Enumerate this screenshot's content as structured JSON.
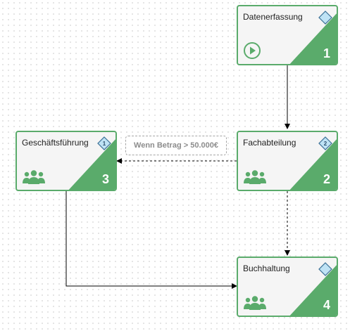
{
  "nodes": {
    "datenerfassung": {
      "title": "Datenerfassung",
      "number": "1",
      "icon": "play-icon"
    },
    "fachabteilung": {
      "title": "Fachabteilung",
      "number": "2",
      "icon": "group-icon",
      "badge": "2"
    },
    "geschaeftsfuehrung": {
      "title": "Geschäftsführung",
      "number": "3",
      "icon": "group-icon",
      "badge": "1"
    },
    "buchhaltung": {
      "title": "Buchhaltung",
      "number": "4",
      "icon": "group-icon"
    }
  },
  "condition": {
    "label": "Wenn Betrag > 50.000€"
  },
  "colors": {
    "accent": "#5aab6b",
    "node_background": "#f5f5f5",
    "diamond_fill": "#bfe3f5",
    "diamond_stroke": "#3a6f95",
    "edge": "#000000",
    "dashed_edge": "#8c8c8c"
  }
}
